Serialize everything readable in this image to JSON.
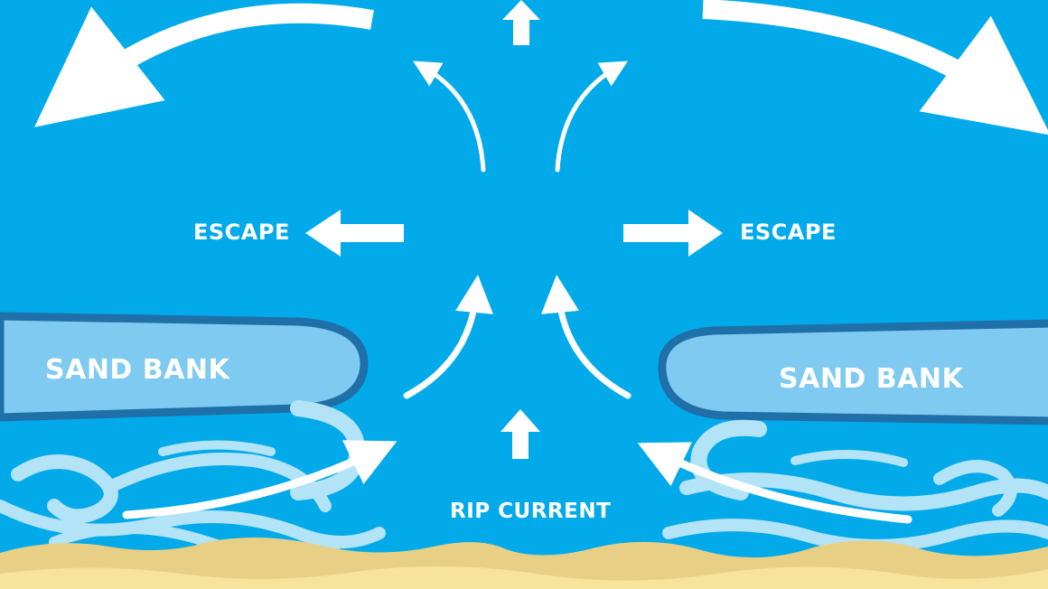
{
  "labels": {
    "escape_left": "ESCAPE",
    "escape_right": "ESCAPE",
    "sand_bank_left": "SAND BANK",
    "sand_bank_right": "SAND BANK",
    "rip_current": "RIP CURRENT"
  },
  "colors": {
    "water": "#03aaea",
    "sand_bank_fill": "#7fcaf0",
    "sand_bank_outline": "#1f6fa8",
    "foam": "#b3e3f7",
    "sand": "#e8cf86",
    "sand_light": "#f6e39c",
    "arrow": "#ffffff"
  },
  "icons": [
    "arrow-icon",
    "wave-icon"
  ]
}
